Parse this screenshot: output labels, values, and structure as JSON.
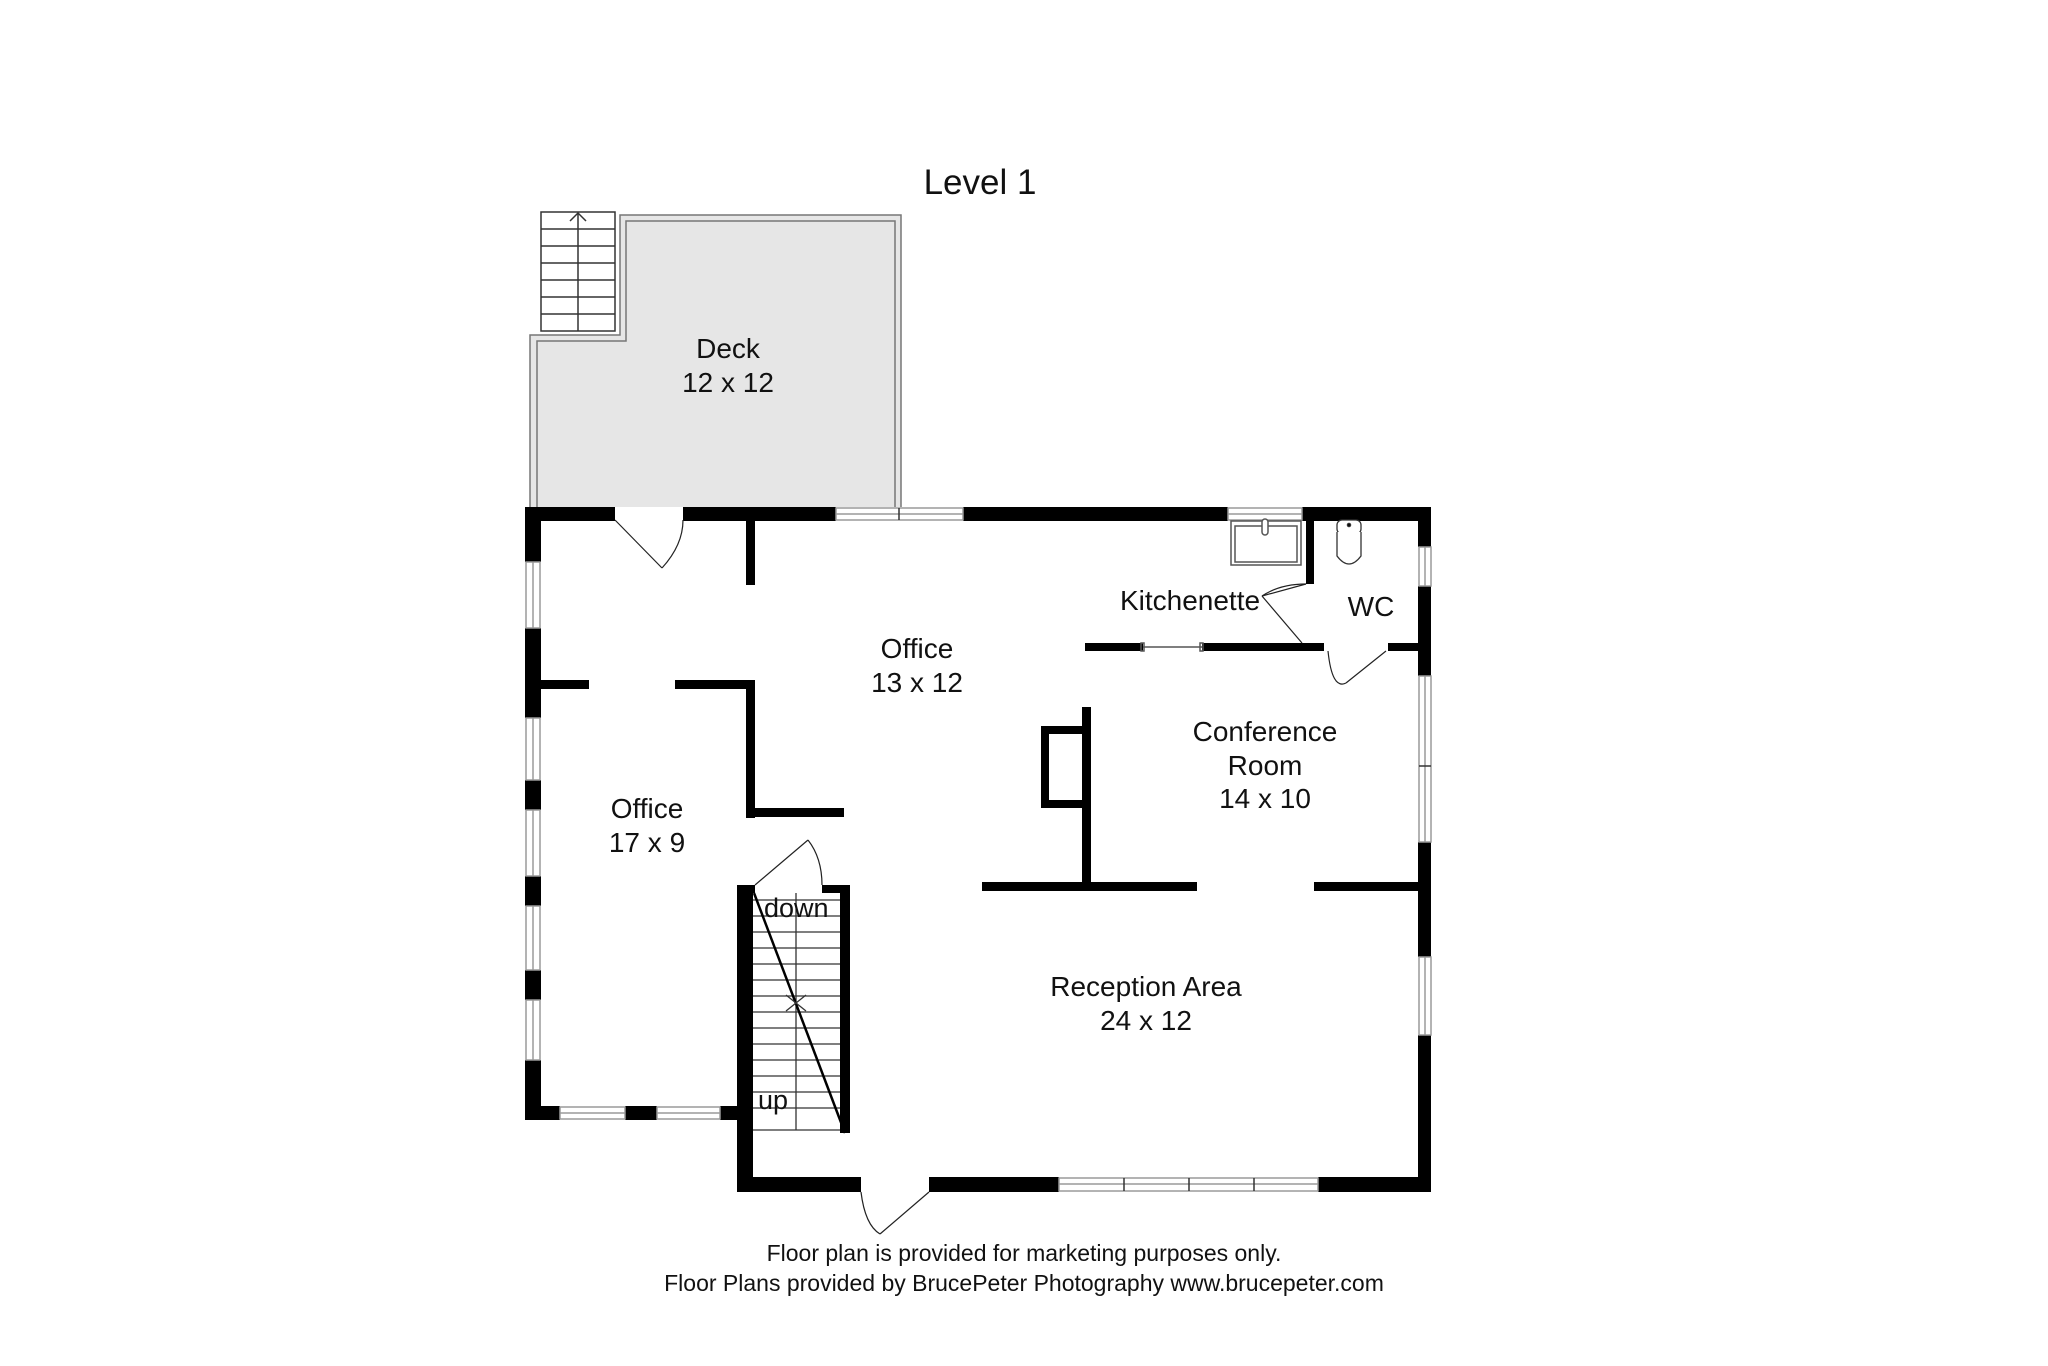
{
  "plan": {
    "title": "Level 1",
    "colors": {
      "wall": "#000000",
      "deck_fill": "#e6e6e6",
      "window_line": "#9a9a9a",
      "background": "#ffffff"
    },
    "rooms": [
      {
        "id": "deck",
        "name": "Deck",
        "dimensions": "12 x 12"
      },
      {
        "id": "office-north",
        "name": "Office",
        "dimensions": "13 x 12"
      },
      {
        "id": "office-west",
        "name": "Office",
        "dimensions": "17 x 9"
      },
      {
        "id": "kitchenette",
        "name": "Kitchenette",
        "dimensions": ""
      },
      {
        "id": "wc",
        "name": "WC",
        "dimensions": ""
      },
      {
        "id": "conference-room",
        "name": "Conference\nRoom",
        "name_line1": "Conference",
        "name_line2": "Room",
        "dimensions": "14 x 10"
      },
      {
        "id": "reception-area",
        "name": "Reception Area",
        "dimensions": "24 x 12"
      }
    ],
    "stairs": {
      "top_label": "down",
      "bottom_label": "up"
    },
    "fixtures": [
      "kitchen-sink",
      "toilet"
    ]
  },
  "footer": {
    "line1": "Floor plan is provided for marketing purposes only.",
    "line2": "Floor Plans provided by BrucePeter Photography www.brucepeter.com"
  }
}
